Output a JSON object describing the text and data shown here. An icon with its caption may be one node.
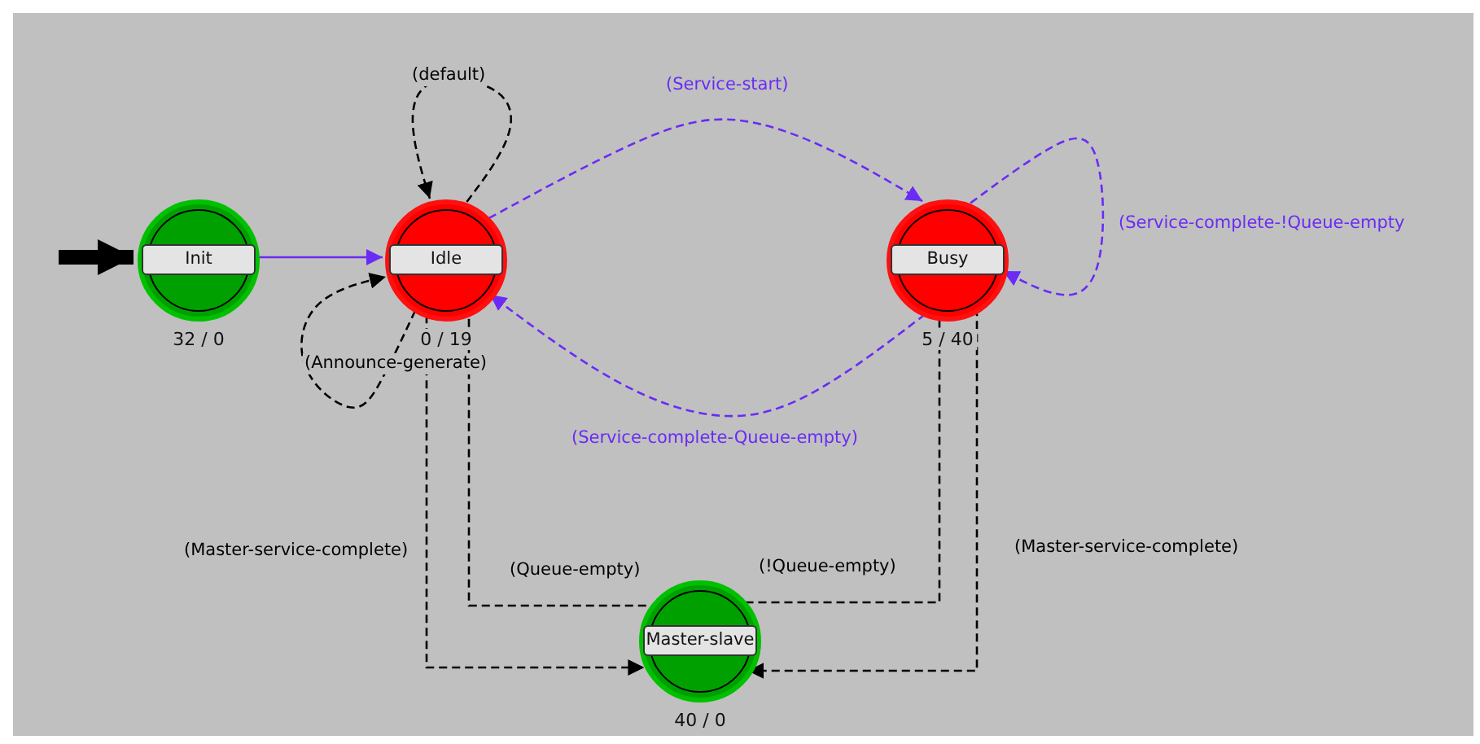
{
  "diagram": {
    "nodes": [
      {
        "text": [
          "Init"
        ],
        "beside": [
          "32 / 0"
        ]
      },
      {
        "text": [
          "Idle"
        ],
        "beside": [
          "0 / 19"
        ]
      },
      {
        "text": [
          "Busy"
        ],
        "beside": [
          "5 / 40"
        ]
      },
      {
        "text": [
          "Master-slave"
        ],
        "beside": [
          "40 / 0"
        ]
      }
    ],
    "edges": [
      {
        "from": null,
        "to": 0,
        "arrow": "to",
        "style": "thick"
      },
      {
        "from": 0,
        "to": 1,
        "arrow": "to",
        "color": "#6a2bf5"
      },
      {
        "from": 1,
        "to": 1,
        "arrow": "to",
        "style": "dashed",
        "label": "(default)"
      },
      {
        "from": 1,
        "to": 1,
        "arrow": "to",
        "style": "dashed",
        "label": "(Announce-generate)"
      },
      {
        "from": 1,
        "to": 2,
        "arrow": "to",
        "style": "dashed",
        "color": "#6a2bf5",
        "label": "(Service-start)"
      },
      {
        "from": 2,
        "to": 2,
        "arrow": "to",
        "style": "dashed",
        "color": "#6a2bf5",
        "label": "(Service-complete-!Queue-empty"
      },
      {
        "from": 2,
        "to": 1,
        "arrow": "to",
        "style": "dashed",
        "color": "#6a2bf5",
        "label": "(Service-complete-Queue-empty)"
      },
      {
        "from": 1,
        "to": 3,
        "arrow": "to",
        "style": "dashed",
        "label": "(Master-service-complete)"
      },
      {
        "from": 3,
        "to": 1,
        "arrow": "none",
        "style": "dashed",
        "label": "(Queue-empty)"
      },
      {
        "from": 3,
        "to": 2,
        "arrow": "none",
        "style": "dashed",
        "label": "(!Queue-empty)"
      },
      {
        "from": 2,
        "to": 3,
        "arrow": "to",
        "style": "dashed",
        "label": "(Master-service-complete)"
      }
    ]
  }
}
